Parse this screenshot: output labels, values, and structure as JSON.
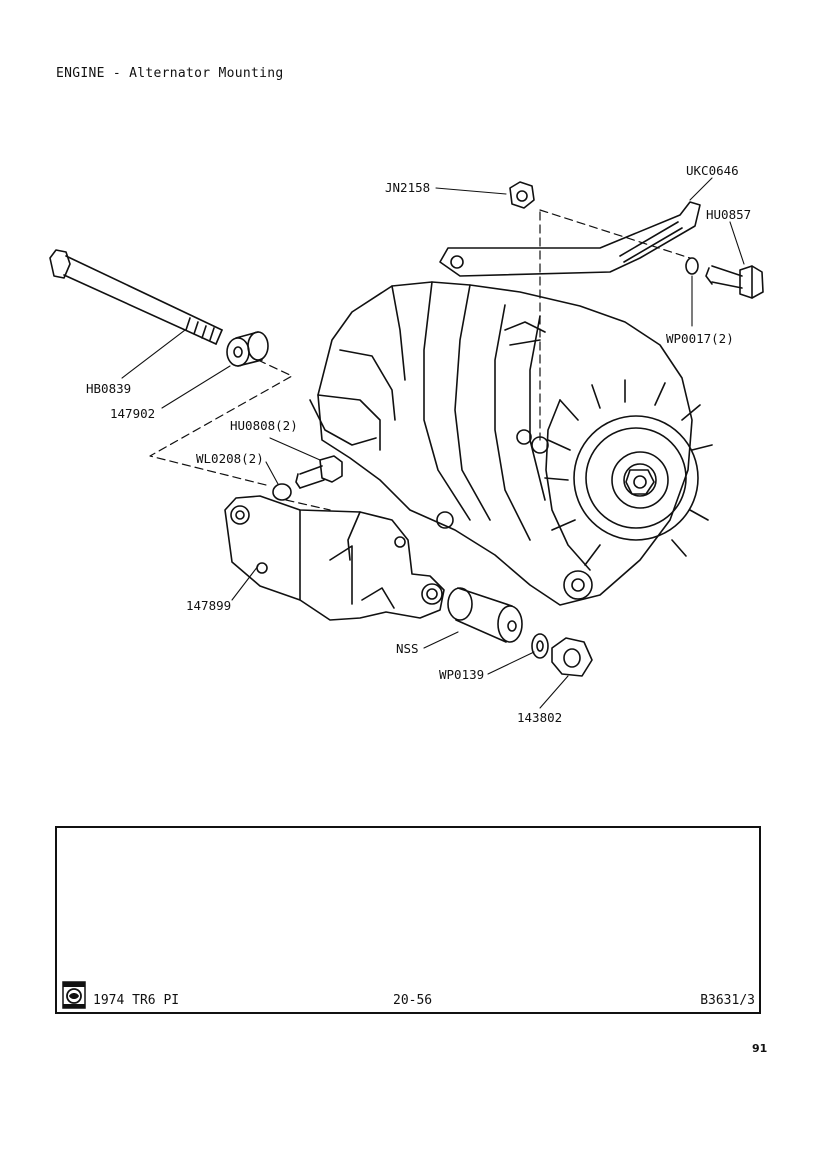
{
  "header": {
    "title": "ENGINE - Alternator Mounting"
  },
  "callouts": {
    "jn2158": "JN2158",
    "ukc0646": "UKC0646",
    "hu0857": "HU0857",
    "wp0017": "WP0017(2)",
    "hb0839": "HB0839",
    "p147902": "147902",
    "hu0808": "HU0808(2)",
    "wl0208": "WL0208(2)",
    "p147899": "147899",
    "nss": "NSS",
    "wp0139": "WP0139",
    "p143802": "143802"
  },
  "footer": {
    "model": "1974 TR6 PI",
    "plate": "20-56",
    "ref": "B3631/3",
    "logo_icon": "british-leyland-logo"
  },
  "page_number": "91",
  "colors": {
    "ink": "#111111",
    "paper": "#ffffff"
  }
}
